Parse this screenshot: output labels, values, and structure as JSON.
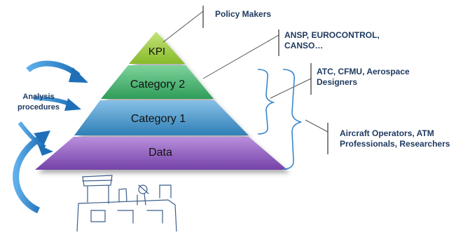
{
  "pyramid": {
    "levels": [
      {
        "label": "KPI"
      },
      {
        "label": "Category 2"
      },
      {
        "label": "Category 1"
      },
      {
        "label": "Data"
      }
    ]
  },
  "left_label": {
    "line1": "Analysis",
    "line2": "procedures"
  },
  "stakeholders": [
    {
      "line1": "Policy Makers",
      "line2": ""
    },
    {
      "line1": "ANSP, EUROCONTROL,",
      "line2": "CANSO…"
    },
    {
      "line1": "ATC, CFMU, Aerospace",
      "line2": "Designers"
    },
    {
      "line1": "Aircraft Operators, ATM",
      "line2": "Professionals, Researchers"
    }
  ],
  "colors": {
    "kpi": "#9ccc3c",
    "category2": "#3cae6a",
    "category1": "#3b8fc4",
    "data": "#8a56b8",
    "arrow": "#2f7fc6",
    "label_text": "#1f3a60"
  },
  "icons": [
    "curved-arrow-icon",
    "control-tower-sketch-icon",
    "brace-icon"
  ]
}
